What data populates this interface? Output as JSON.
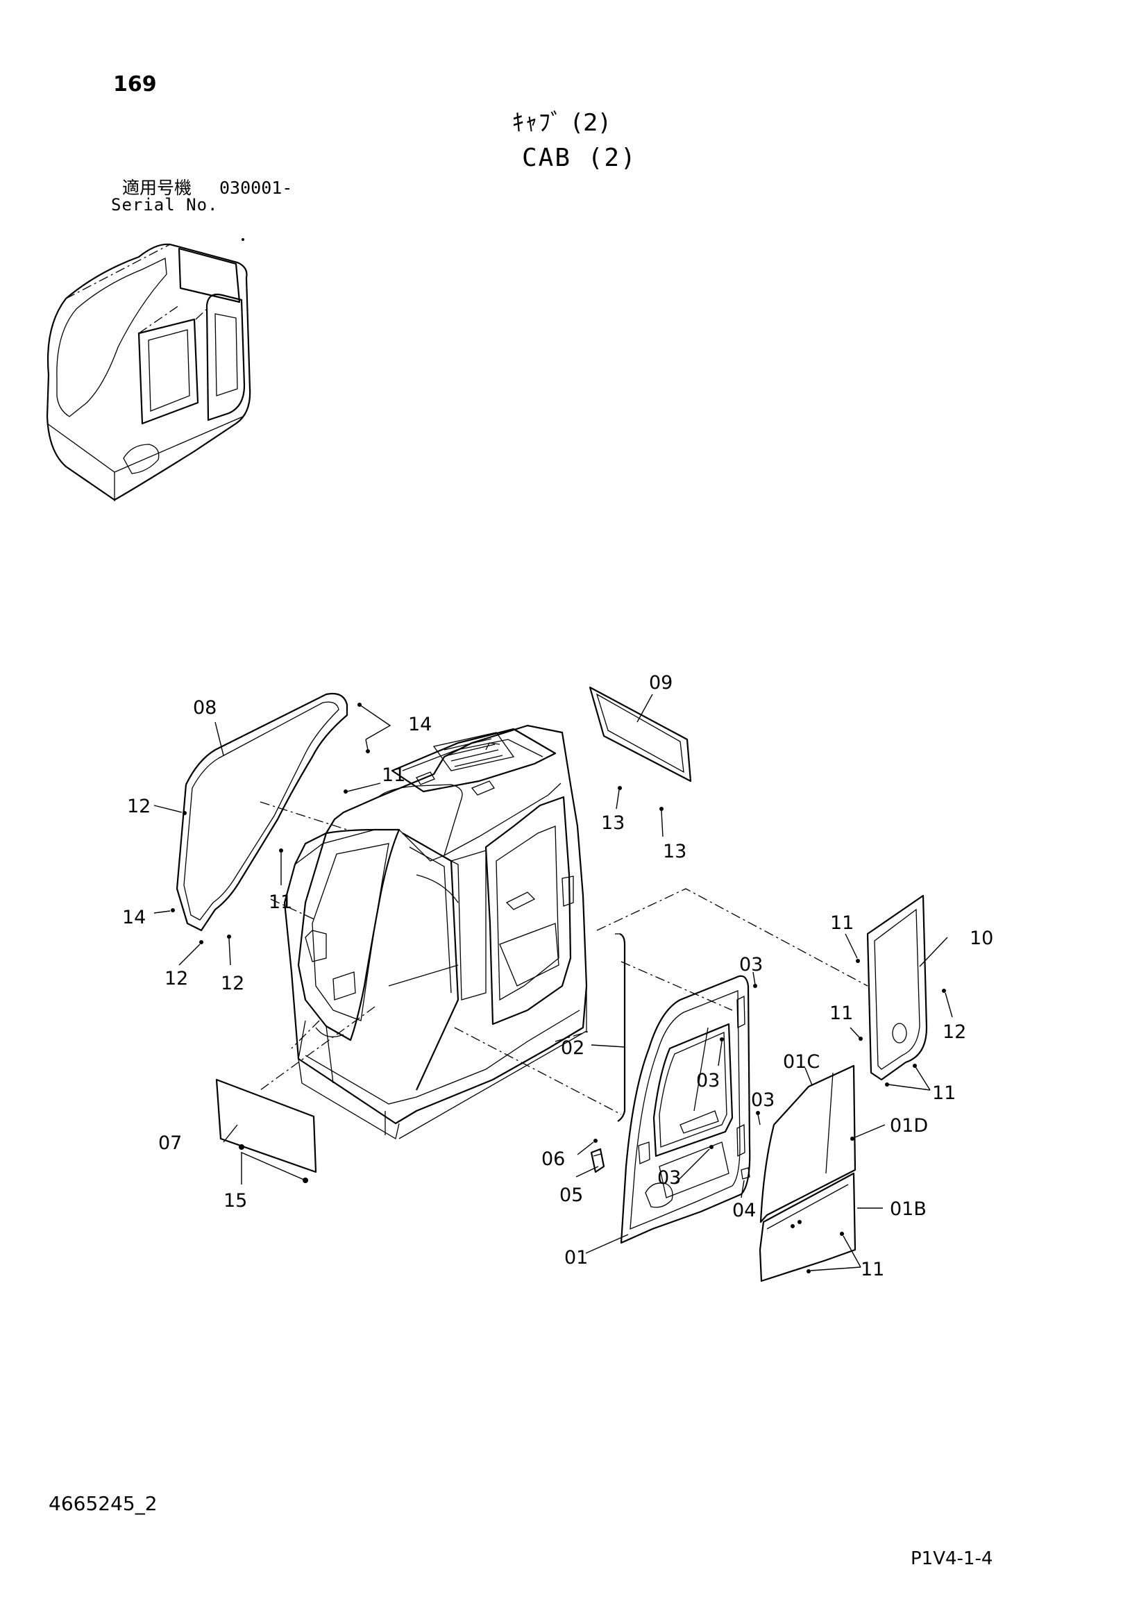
{
  "header": {
    "page_number": "169",
    "title_jp": "ｷｬﾌﾞ (2)",
    "title_en": "CAB (2)",
    "serial_label_jp": "適用号機",
    "serial_code": "030001-",
    "serial_label_en": "Serial No."
  },
  "callouts": {
    "c08": "08",
    "c14a": "14",
    "c11a": "11",
    "c12a": "12",
    "c11b": "11",
    "c14b": "14",
    "c12b": "12",
    "c12c": "12",
    "c09": "09",
    "c13a": "13",
    "c13b": "13",
    "c11c": "11",
    "c10": "10",
    "c03a": "03",
    "c11d": "11",
    "c12d": "12",
    "c02": "02",
    "c03b": "03",
    "c01C": "01C",
    "c11e": "11",
    "c03c": "03",
    "c01D": "01D",
    "c07": "07",
    "c06": "06",
    "c03d": "03",
    "c05": "05",
    "c04": "04",
    "c01B": "01B",
    "c15": "15",
    "c01": "01",
    "c11f": "11"
  },
  "footer": {
    "drawing_id": "4665245_2",
    "page_code": "P1V4-1-4"
  }
}
